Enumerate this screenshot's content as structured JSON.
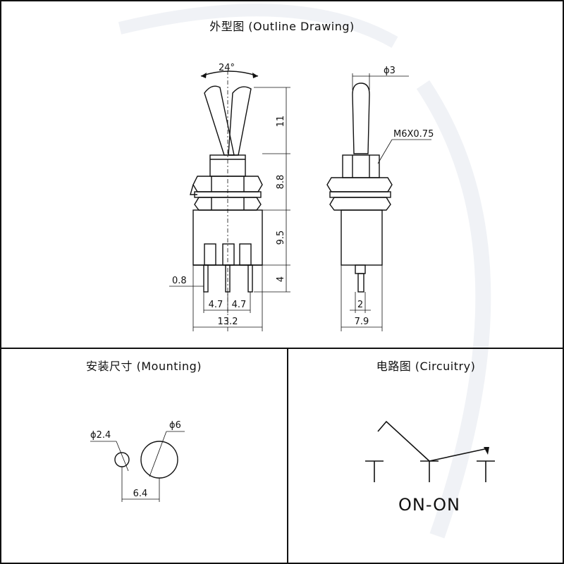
{
  "titles": {
    "outline": "外型图 (Outline Drawing)",
    "mounting": "安装尺寸 (Mounting)",
    "circuitry": "电路图 (Circuitry)"
  },
  "outline": {
    "angle": "24°",
    "height_toggle": "11",
    "height_bushing": "8.8",
    "height_body": "9.5",
    "height_pins": "4",
    "pin_width": "0.8",
    "pin_pitch_left": "4.7",
    "pin_pitch_right": "4.7",
    "body_width": "13.2",
    "lever_diameter": "ϕ3",
    "thread": "M6X0.75",
    "pin_side_width": "2",
    "side_width": "7.9"
  },
  "mounting": {
    "small_hole": "ϕ2.4",
    "large_hole": "ϕ6",
    "hole_spacing": "6.4"
  },
  "circuitry": {
    "mode": "ON-ON"
  },
  "colors": {
    "line": "#111111",
    "background": "#ffffff"
  }
}
